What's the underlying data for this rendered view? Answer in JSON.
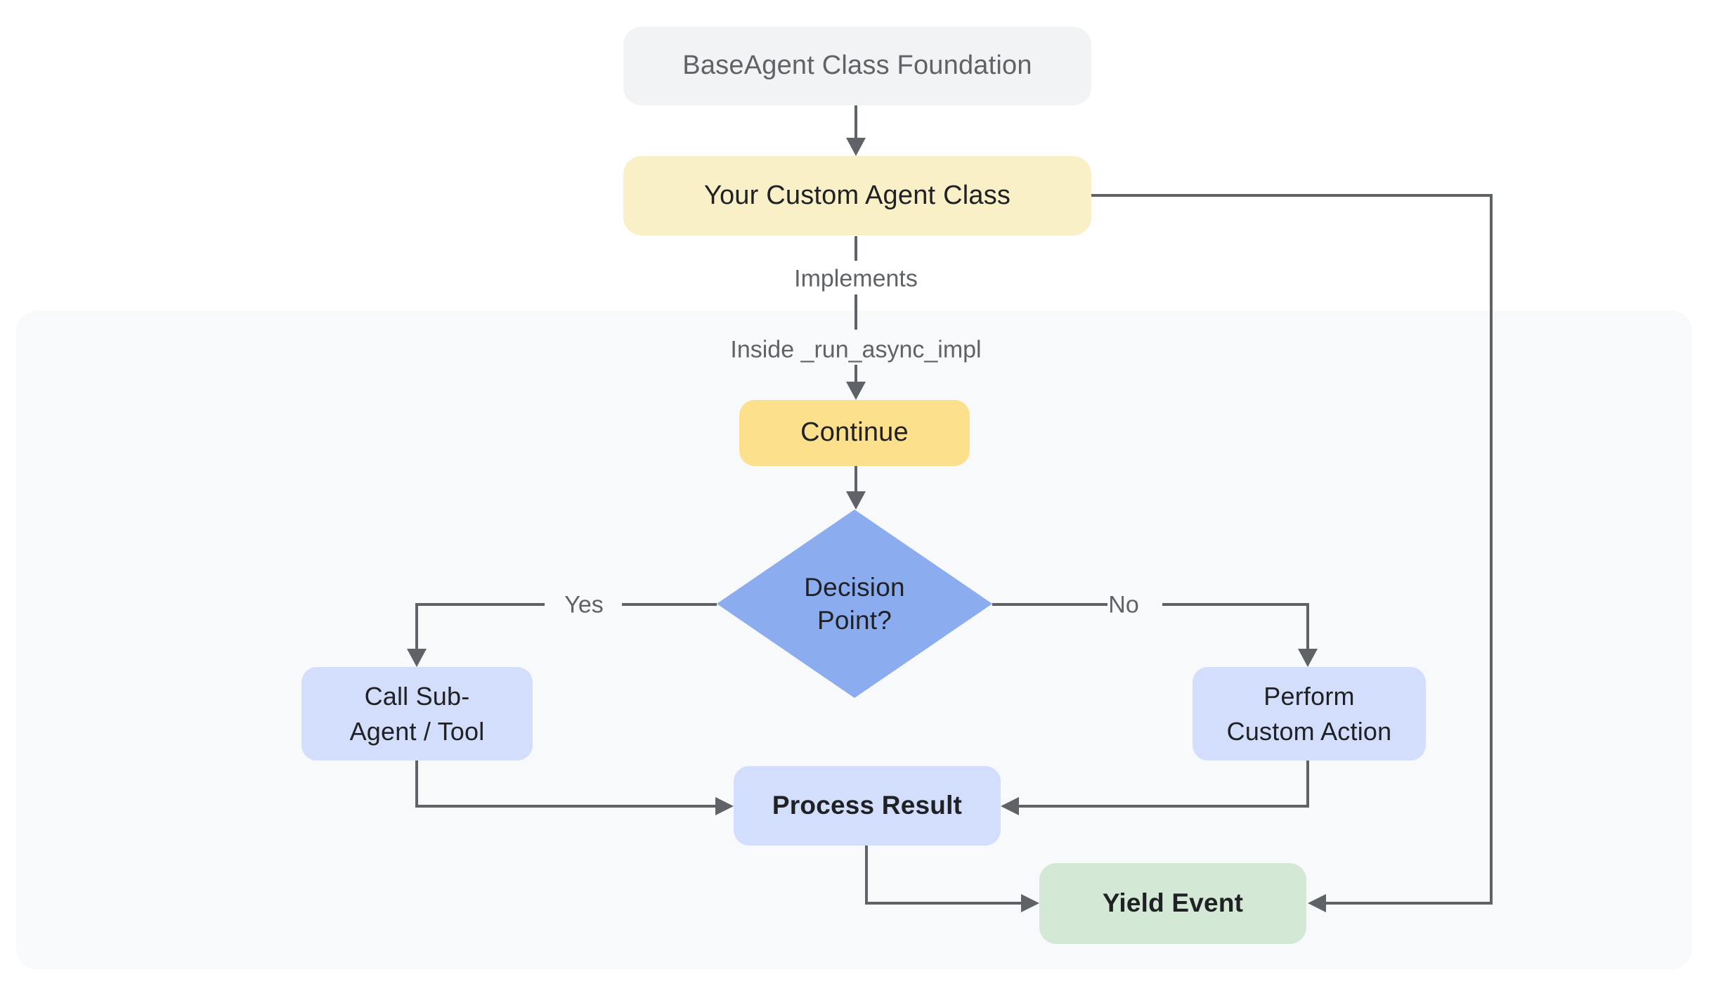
{
  "diagram": {
    "title": "Custom agent class flowchart",
    "nodes": {
      "foundation": {
        "label": "BaseAgent Class Foundation"
      },
      "custom_agent": {
        "label": "Your Custom Agent Class"
      },
      "continue_step": {
        "label": "Continue"
      },
      "decision": {
        "label": "Decision\nPoint?"
      },
      "call_sub": {
        "label": "Call Sub-\nAgent / Tool"
      },
      "perform": {
        "label": "Perform\nCustom Action"
      },
      "process": {
        "label": "Process Result"
      },
      "yield_event": {
        "label": "Yield Event"
      }
    },
    "edge_labels": {
      "implements": "Implements",
      "inside_impl": "Inside _run_async_impl",
      "yes": "Yes",
      "no": "No"
    },
    "colors": {
      "panel_bg": "#f8f9fa",
      "foundation_bg": "#f1f3f4",
      "custom_agent_bg": "#faf0c8",
      "continue_bg": "#fce08c",
      "decision_bg": "#8badf0",
      "action_bg": "#d2defb",
      "yield_bg": "#d4e8d6",
      "line": "#5f6368",
      "text_dark": "#202124",
      "text_gray": "#5f6368"
    }
  }
}
